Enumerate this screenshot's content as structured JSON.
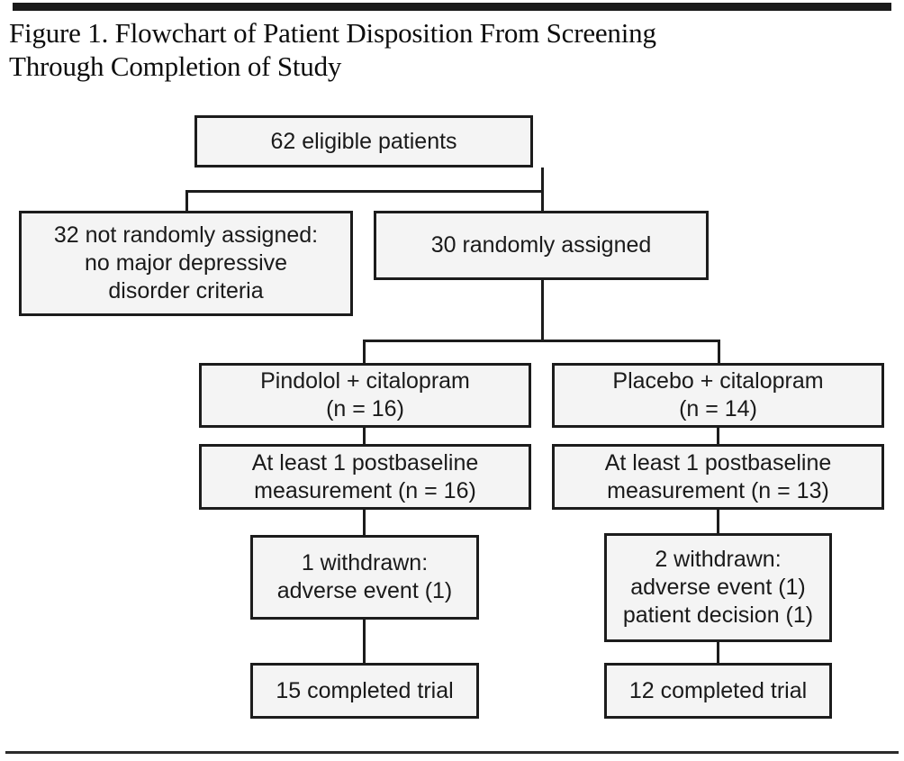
{
  "figure": {
    "title_line1": "Figure 1. Flowchart of Patient Disposition From Screening",
    "title_line2": "Through Completion of Study",
    "box_fill": "#f4f4f4",
    "box_border": "#1c1c1c",
    "rule_color": "#1a1a1a",
    "text_color": "#1a1a1a"
  },
  "chart_data": {
    "type": "diagram",
    "title": "Figure 1. Flowchart of Patient Disposition From Screening Through Completion of Study",
    "nodes": [
      {
        "id": "eligible",
        "lines": [
          "62 eligible patients"
        ]
      },
      {
        "id": "not-randomized",
        "lines": [
          "32 not randomly assigned:",
          "no major depressive",
          "disorder criteria"
        ]
      },
      {
        "id": "randomized",
        "lines": [
          "30 randomly assigned"
        ]
      },
      {
        "id": "pindolol-arm",
        "lines": [
          "Pindolol + citalopram",
          "(n = 16)"
        ]
      },
      {
        "id": "placebo-arm",
        "lines": [
          "Placebo + citalopram",
          "(n = 14)"
        ]
      },
      {
        "id": "pindolol-postbaseline",
        "lines": [
          "At least 1 postbaseline",
          "measurement (n = 16)"
        ]
      },
      {
        "id": "placebo-postbaseline",
        "lines": [
          "At least 1 postbaseline",
          "measurement (n = 13)"
        ]
      },
      {
        "id": "pindolol-withdrawn",
        "lines": [
          "1 withdrawn:",
          "adverse event (1)"
        ]
      },
      {
        "id": "placebo-withdrawn",
        "lines": [
          "2 withdrawn:",
          "adverse event (1)",
          "patient decision (1)"
        ]
      },
      {
        "id": "pindolol-completed",
        "lines": [
          "15 completed trial"
        ]
      },
      {
        "id": "placebo-completed",
        "lines": [
          "12 completed trial"
        ]
      }
    ],
    "edges": [
      {
        "from": "eligible",
        "to": "not-randomized"
      },
      {
        "from": "eligible",
        "to": "randomized"
      },
      {
        "from": "randomized",
        "to": "pindolol-arm"
      },
      {
        "from": "randomized",
        "to": "placebo-arm"
      },
      {
        "from": "pindolol-arm",
        "to": "pindolol-postbaseline"
      },
      {
        "from": "placebo-arm",
        "to": "placebo-postbaseline"
      },
      {
        "from": "pindolol-postbaseline",
        "to": "pindolol-withdrawn"
      },
      {
        "from": "placebo-postbaseline",
        "to": "placebo-withdrawn"
      },
      {
        "from": "pindolol-withdrawn",
        "to": "pindolol-completed"
      },
      {
        "from": "placebo-withdrawn",
        "to": "placebo-completed"
      }
    ],
    "counts": {
      "eligible": 62,
      "not_randomly_assigned": 32,
      "randomly_assigned": 30,
      "pindolol_n": 16,
      "placebo_n": 14,
      "pindolol_postbaseline_n": 16,
      "placebo_postbaseline_n": 13,
      "pindolol_withdrawn": 1,
      "placebo_withdrawn": 2,
      "pindolol_completed": 15,
      "placebo_completed": 12
    }
  },
  "boxes": {
    "eligible": {
      "l1": "62 eligible patients"
    },
    "not_randomized": {
      "l1": "32 not randomly assigned:",
      "l2": "no major depressive",
      "l3": "disorder criteria"
    },
    "randomized": {
      "l1": "30 randomly assigned"
    },
    "pindolol_arm": {
      "l1": "Pindolol + citalopram",
      "l2": "(n = 16)"
    },
    "placebo_arm": {
      "l1": "Placebo + citalopram",
      "l2": "(n = 14)"
    },
    "pindolol_post": {
      "l1": "At least 1 postbaseline",
      "l2": "measurement (n = 16)"
    },
    "placebo_post": {
      "l1": "At least 1 postbaseline",
      "l2": "measurement (n = 13)"
    },
    "pindolol_wd": {
      "l1": "1 withdrawn:",
      "l2": "adverse event (1)"
    },
    "placebo_wd": {
      "l1": "2 withdrawn:",
      "l2": "adverse event (1)",
      "l3": "patient decision (1)"
    },
    "pindolol_done": {
      "l1": "15 completed trial"
    },
    "placebo_done": {
      "l1": "12 completed trial"
    }
  }
}
